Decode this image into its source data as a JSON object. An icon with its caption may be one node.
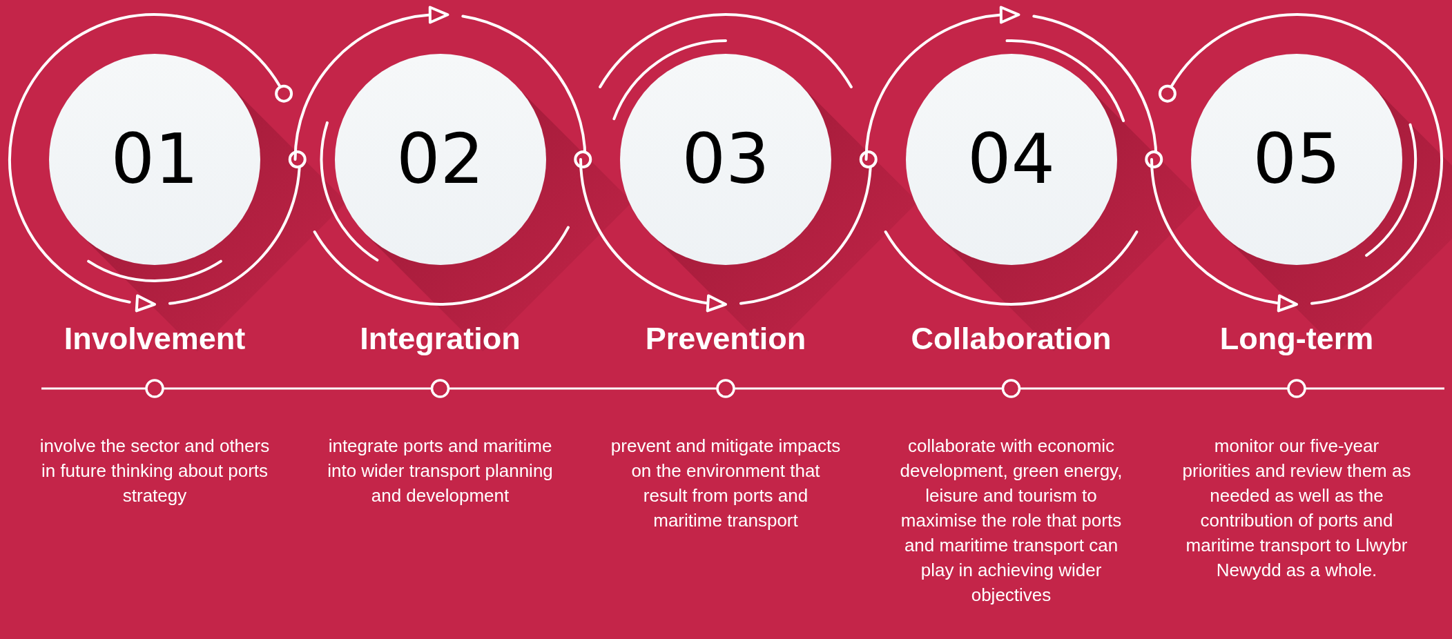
{
  "diagram": {
    "nodes": [
      {
        "text": [
          "01"
        ]
      },
      {
        "text": [
          "02"
        ]
      },
      {
        "text": [
          "03"
        ]
      },
      {
        "text": [
          "04"
        ]
      },
      {
        "text": [
          "05"
        ]
      }
    ],
    "labels": [
      "Involvement",
      "Integration",
      "Prevention",
      "Collaboration",
      "Long-term",
      "involve the sector and others in future thinking about ports strategy",
      "integrate ports and maritime into wider transport planning and development",
      "prevent and mitigate impacts on the environment that result from ports and maritime transport",
      "collaborate with economic development, green energy, leisure and tourism to maximise the role that ports and maritime transport can play in achieving wider objectives",
      "monitor our five-year priorities and review them as needed as well as the contribution of ports and maritime transport to Llwybr Newydd as a whole."
    ]
  }
}
